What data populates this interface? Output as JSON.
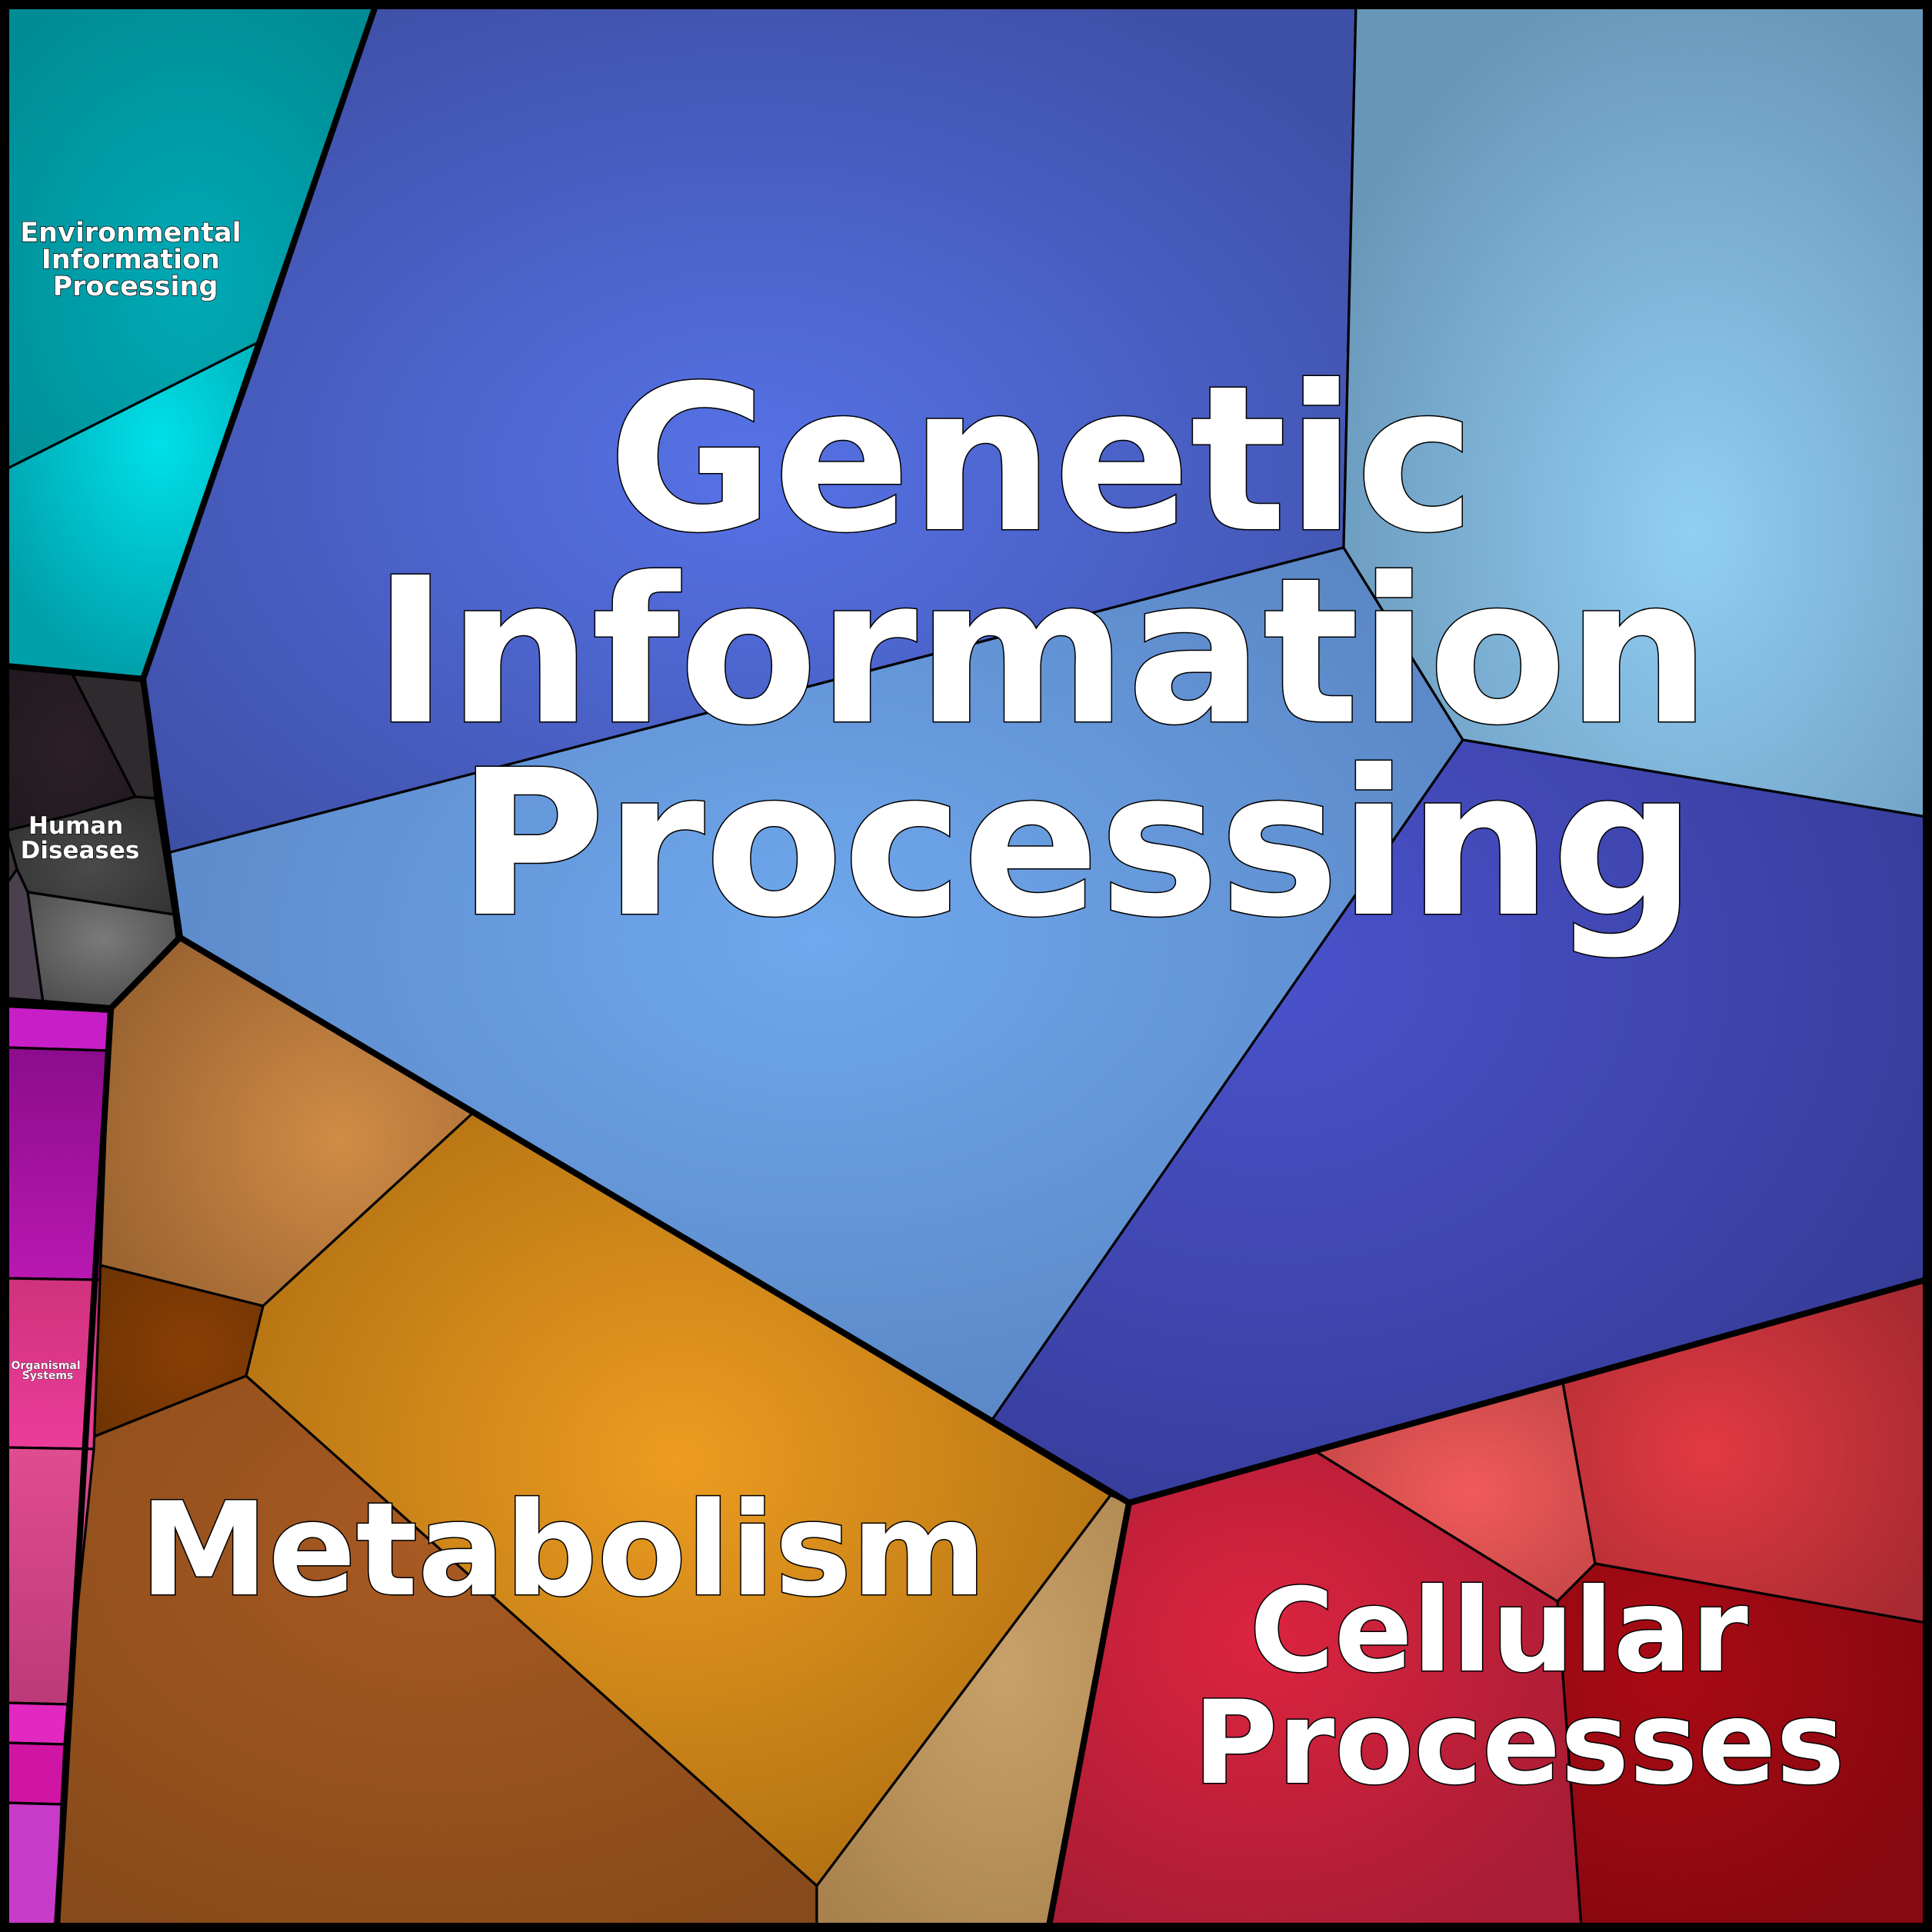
{
  "title": "",
  "groups": [
    {
      "id": "genetic",
      "label_lines": [
        "Genetic",
        "Information",
        "Processing"
      ],
      "colors": [
        "#4e6fe0",
        "#6aa6e8",
        "#8ccaf0",
        "#4650c8"
      ]
    },
    {
      "id": "metabolism",
      "label_lines": [
        "Metabolism"
      ],
      "colors": [
        "#e8961e",
        "#c98843",
        "#8a3e0c",
        "#a45a22",
        "#c9a06a"
      ]
    },
    {
      "id": "cellular",
      "label_lines": [
        "Cellular",
        "Processes"
      ],
      "colors": [
        "#d8213e",
        "#ef5858",
        "#e03040",
        "#a80a14"
      ]
    },
    {
      "id": "environmental",
      "label_lines": [
        "Environmental",
        "Information",
        "Processing"
      ],
      "colors": [
        "#00a5b0",
        "#00dce6"
      ]
    },
    {
      "id": "human",
      "label_lines": [
        "Human",
        "Diseases"
      ],
      "colors": [
        "#2a2026",
        "#2e2a2e",
        "#3a3a3a",
        "#555",
        "#6e6e6e",
        "#4a4050"
      ]
    },
    {
      "id": "organismal",
      "label_lines": [
        "Organismal",
        "Systems"
      ],
      "colors": [
        "#c81ec8",
        "#a010a0",
        "#e0389a",
        "#e04a96",
        "#e228c0",
        "#d014a4",
        "#c83ac8"
      ]
    }
  ]
}
